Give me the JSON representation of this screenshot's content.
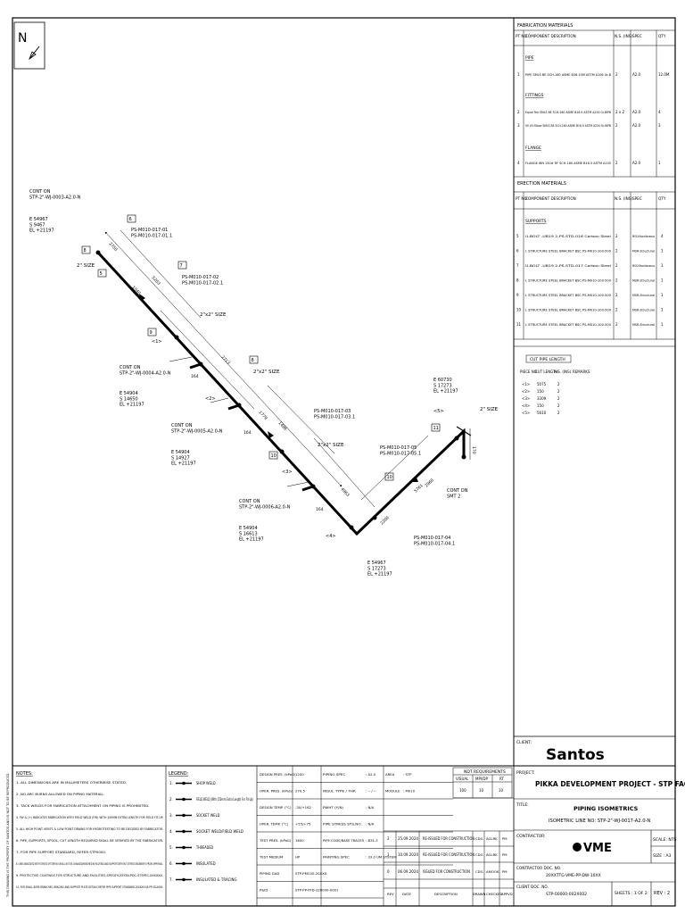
{
  "north": {
    "label": "N"
  },
  "fabrication_materials": {
    "title": "FABRICATION MATERIALS",
    "headers": [
      "PT NO",
      "COMPONENT DESCRIPTION",
      "N.S. (INS)",
      "SPEC",
      "QTY"
    ],
    "groups": [
      {
        "name": "PIPE",
        "rows": [
          {
            "pt": "1",
            "desc": "PIPE SMLS BE SCH-160 ASME B36.10M ASTM A106 Gr.B",
            "ns": "2",
            "spec": "A2.0",
            "qty": "12.0M"
          }
        ]
      },
      {
        "name": "FITTINGS",
        "rows": [
          {
            "pt": "2",
            "desc": "Equal Tee SMLS BE SCH-160 ASME B16.9 ASTM A234 Gr.WPB",
            "ns": "2 x 2",
            "spec": "A2.0",
            "qty": "4"
          },
          {
            "pt": "3",
            "desc": "90 LR Elbow SMLS BE SCH-160 ASME B16.9 ASTM A234 Gr.WPB",
            "ns": "2",
            "spec": "A2.0",
            "qty": "3"
          }
        ]
      },
      {
        "name": "FLANGE",
        "rows": [
          {
            "pt": "4",
            "desc": "FLANGE WN 150# RF SCH-160 ASME B16.5 ASTM A105",
            "ns": "2",
            "spec": "A2.0",
            "qty": "1"
          }
        ]
      }
    ]
  },
  "erection_materials": {
    "title": "ERECTION MATERIALS",
    "headers": [
      "PT NO",
      "COMPONENT DESCRIPTION",
      "N.S. (INS)",
      "SPEC",
      "QTY"
    ],
    "group": "SUPPORTS",
    "rows": [
      {
        "pt": "5",
        "desc": "U-BOLT -UB19 2-PS-STD-016 Carbon Steel",
        "ns": "2",
        "spec": "MSS-Miscellaneous",
        "qty": "4"
      },
      {
        "pt": "6",
        "desc": "L STRUCTURE STEEL BRACKET BSC PS-M010-100-500",
        "ns": "2",
        "spec": "MSR-Structural",
        "qty": "1"
      },
      {
        "pt": "7",
        "desc": "U-BOLT -UB19 2-PS-STD-017 Carbon Steel",
        "ns": "2",
        "spec": "MSS-Miscellaneous",
        "qty": "1"
      },
      {
        "pt": "8",
        "desc": "L STRUCTURE STEEL BRACKET BSC PS-M010-100-500",
        "ns": "2",
        "spec": "MSR-Structural",
        "qty": "1"
      },
      {
        "pt": "9",
        "desc": "L STRUCTURE STEEL BRACKET BSC PS-M010-100-500",
        "ns": "2",
        "spec": "MSR-Structural",
        "qty": "1"
      },
      {
        "pt": "10",
        "desc": "L STRUCTURE STEEL BRACKET BSC PS-M010-100-500",
        "ns": "2",
        "spec": "MSR-Structural",
        "qty": "1"
      },
      {
        "pt": "11",
        "desc": "L STRUCTURE STEEL BRACKET BSC PS-M010-100-500",
        "ns": "2",
        "spec": "MSR-Structural",
        "qty": "1"
      }
    ]
  },
  "cut_pipe": {
    "title": "CUT PIPE LENGTH",
    "headers": [
      "PIECE NO",
      "CUT LENGTH",
      "N.S. (INS)",
      "REMARKS"
    ],
    "rows": [
      {
        "no": "<1>",
        "len": "5075",
        "ns": "2"
      },
      {
        "no": "<2>",
        "len": "150",
        "ns": "2"
      },
      {
        "no": "<3>",
        "len": "3309",
        "ns": "2"
      },
      {
        "no": "<4>",
        "len": "150",
        "ns": "2"
      },
      {
        "no": "<5>",
        "len": "5610",
        "ns": "2"
      }
    ]
  },
  "iso": {
    "cont_top": "CONT ON\nSTP-2\"-WJ-0003-A2.0-N",
    "coord_top": "E 54967\nS 9467\nEL +21197",
    "size_top": "2\" SIZE",
    "bubble_top": "6",
    "bubble_w": "8",
    "ps_1": "PS-M010-017-01\nPS-M010-017-01.1",
    "b_5a": "5",
    "dim_a": "2750",
    "dim_b": "1040",
    "dim_c": "5203",
    "ps_2": "PS-M010-017-02\nPS-M010-017-02.1",
    "b_7": "7",
    "tee1": "2\"x2\" SIZE",
    "b_1": "<1>",
    "cont_mid1": "CONT ON\nSTP-2\"-WJ-0004-A2.0-N",
    "coord_mid1": "E 54904\nS 14650\nEL +21197",
    "dim_164a": "164",
    "dim_2713": "2713",
    "b_8": "8",
    "tee2": "2\"x2\" SIZE",
    "b_2": "<2>",
    "cont_mid2": "CONT ON\nSTP-2\"-WJ-0005-A2.0-N",
    "coord_mid2": "E 54904\nS 14927\nEL +21197",
    "dim_164b": "164",
    "dim_1779": "1779",
    "dim_1486": "1486",
    "b_9": "9",
    "ps_3": "PS-M010-017-03\nPS-M010-017-03.1",
    "b_10a": "10",
    "tee3": "2\"x2\" SIZE",
    "b_3": "<3>",
    "cont_mid3": "CONT ON\nSTP-2\"-WJ-0006-A2.0-N",
    "coord_mid3": "E 54904\nS 16613\nEL +21197",
    "dim_164c": "164",
    "dim_4963": "4963",
    "b_4": "<4>",
    "coord_bot": "E 54967\nS 17273\nEL +21197",
    "dim_2200": "2200",
    "b_10b": "10",
    "ps_4": "PS-M010-017-04\nPS-M010-017-04.1",
    "dim_2960": "2960",
    "dim_5761": "5761",
    "cont_right": "CONT ON\nSMT 2",
    "b_11": "11",
    "ps_5": "PS-M010-017-05\nPS-M010-017-05.1",
    "b_5": "<5>",
    "coord_right": "E 60730\nS 17273\nEL +21197",
    "size_right": "2\" SIZE",
    "dim_170": "170"
  },
  "notes": {
    "title": "NOTES:",
    "items": [
      "1. ALL DIMENSIONS ARE IN MILLIMETERS OTHERWISE STATED.",
      "2. NO ARC BURNS ALLOWED ON PIPING MATERIAL.",
      "3. TACK WELDS FOR FABRICATION ATTACHMENT ON PIPING IS PROHIBITED.",
      "4. FW & (+) INDICATES FABRICATION WITH FIELD WELD (FW) WITH 150MM EXTRA LENGTH FOR FIELD FIT-UP.",
      "5. ALL HIGH POINT VENTS & LOW POINT DRAINS FOR HYDROTESTING TO BE DECIDED BY FABRICATOR.",
      "6. PIPE, SUPPORTS, SPOOL, CUT LENGTH REQUIRED SHALL BE VERIFIED BY THE FABRICATOR.",
      "7. FOR PIPE SUPPORT STANDARD, REFER STP0000.",
      "8. LINES INDICATED WITH STRESS SYSTEM NO SHALL NOT BE CHANGED/MODIFIED IN ROUTING AND SUPPORT WITHOUT STRESS ENGINEER'S PRIOR APPROVAL.",
      "9. PROTECTIVE COATINGS FOR STRUCTURE AND FACILITIES-SPECIFICATION-PDC-STSPEC-XXXXXX.",
      "10. FOR SMALL BORE BRANCHES, BRACING AND SUPPORT PLATE DETAILS REFER PIPE SUPPORT STANDARD-20XXXX-VJE-PP-SD-XXXX."
    ]
  },
  "legend": {
    "title": "LEGEND:",
    "items": [
      "SHOP WELD",
      "FIELD WELD (With 150mm Extra Length For Fit-Up)",
      "SOCKET WELD",
      "SOCKET WELD/FIELD WELD",
      "THREADED",
      "INSULATED",
      "INSULATED & TRACING"
    ]
  },
  "params": [
    {
      "k": "DESIGN PRES. (kPaG)",
      "v": "1200",
      "k2": "PIPING SPEC",
      "v2": ": A2.0",
      "k3": "AREA",
      "v3": ": STP"
    },
    {
      "k": "OPER. PRES. (kPaG)",
      "v": "270.5",
      "k2": "INSUL TYPE / THK",
      "v2": ": -- / --",
      "k3": "MODULE",
      "v3": ": M010"
    },
    {
      "k": "DESIGN TEMP. (°C)",
      "v": "-30/+162",
      "k2": "PWHT (Y/N)",
      "v2": ": N/A"
    },
    {
      "k": "OPER. TEMP. (°C)",
      "v": "+55/+75",
      "k2": "PIPE STRESS SYS.NO.",
      "v2": ": N/A"
    },
    {
      "k": "TEST PRES. (kPaG)",
      "v": "1800",
      "k2": "PIPE CODE/BASE TRACER",
      "v2": ": B31.3"
    },
    {
      "k": "TEST MEDIUM",
      "v": "HP",
      "k2": "PAINTING SPEC",
      "v2": ": 33.0 UM SYSTEM"
    },
    {
      "k": "PIPING GAD",
      "v": "STP-PMC00-20XXX"
    },
    {
      "k": "P&ID",
      "v": "STP-PP-PFD-220000-0001"
    }
  ],
  "ndt": {
    "title": "NDT REQUIREMENTS",
    "headers": [
      "VISUAL",
      "MPI/DP",
      "RT"
    ],
    "values": [
      "100",
      "10",
      "10"
    ]
  },
  "revisions": [
    {
      "rev": "2",
      "date": "25.09.2024",
      "desc": "RE-ISSUED FOR CONSTRUCTION",
      "drawn": "CDG",
      "checked": "AGLRK",
      "app": "PM"
    },
    {
      "rev": "1",
      "date": "10.09.2024",
      "desc": "RE-ISSUED FOR CONSTRUCTION",
      "drawn": "CDG",
      "checked": "AGLRK",
      "app": "PM"
    },
    {
      "rev": "0",
      "date": "06.09.2024",
      "desc": "ISSUED FOR CONSTRUCTION",
      "drawn": "CDG",
      "checked": "AMOOK",
      "app": "PM"
    }
  ],
  "rev_headers": [
    "REV",
    "DATE",
    "DESCRIPTION",
    "DRAWN",
    "CHECKED",
    "APPVD"
  ],
  "title_block": {
    "client_label": "CLIENT:",
    "client_logo": "Santos",
    "project_label": "PROJECT:",
    "project": "PIKKA DEVELOPMENT PROJECT - STP FACILITY",
    "title_label": "TITLE:",
    "title1": "PIPING ISOMETRICS",
    "title2": "ISOMETRIC LINE NO: STP-2\"-WJ-0017-A2.0-N",
    "contractor_label": "CONTRACTOR:",
    "contractor_logo": "VME",
    "scale": "SCALE: NTS",
    "size": "SIZE : A3",
    "contractor_doc_label": "CONTRACTOR DOC. NO.",
    "contractor_doc": "20XXTTG-VME-PP-DW-10XX",
    "client_doc_label": "CLIENT DOC. NO.",
    "client_doc": "STP-00000-002X002",
    "sheets": "SHEETS : 1 OF 2",
    "rev": "REV : 2"
  },
  "side_text": "THIS DRAWING IS THE PROPERTY OF SANTOS AND IS NOT TO BE REPRODUCED"
}
